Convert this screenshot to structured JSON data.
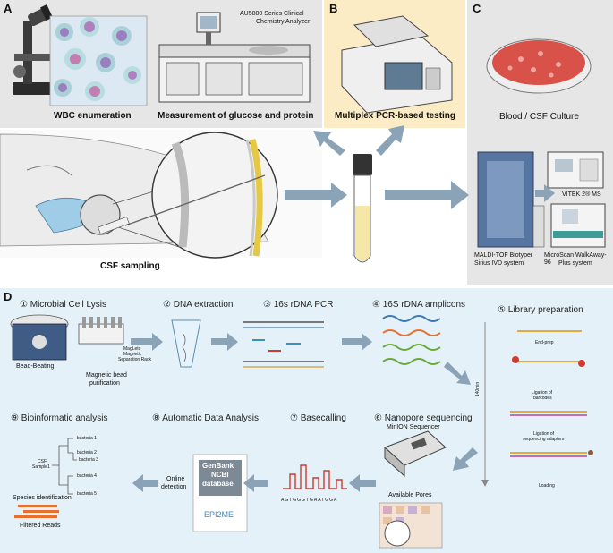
{
  "panelA": {
    "label": "A",
    "wbc_caption": "WBC enumeration",
    "glucose_caption": "Measurement of glucose and protein",
    "analyzer_name_line1": "AU5800 Series Clinical",
    "analyzer_name_line2": "Chemistry Analyzer",
    "csf_caption": "CSF sampling"
  },
  "panelB": {
    "label": "B",
    "caption": "Multiplex PCR-based testing"
  },
  "panelC": {
    "label": "C",
    "culture_caption": "Blood / CSF Culture",
    "maldi_line1": "MALDI-TOF Biotyper",
    "maldi_line2": "Sirius IVD system",
    "vitek": "VITEK 2® MS",
    "microscan_line1": "MicroScan WalkAway-96",
    "microscan_line2": "Plus system"
  },
  "panelD": {
    "label": "D",
    "steps": {
      "s1": "① Microbial Cell Lysis",
      "s2": "② DNA extraction",
      "s3": "③ 16s rDNA PCR",
      "s4": "④ 16S rDNA amplicons",
      "s5": "⑤ Library preparation",
      "s6": "⑥ Nanopore sequencing",
      "s7": "⑦ Basecalling",
      "s8": "⑧ Automatic Data Analysis",
      "s9": "⑨ Bioinformatic analysis"
    },
    "bead_beating": "Bead-Beating",
    "magnetic_line1": "Magnetic bead",
    "magnetic_line2": "purification",
    "rack_line1": "MagLeto",
    "rack_line2": "Magnetic",
    "rack_line3": "Separation Rack",
    "end_prep": "End-prep",
    "ligation_barcodes_line1": "Ligation of",
    "ligation_barcodes_line2": "barcodes",
    "ligation_adapters_line1": "Ligation of",
    "ligation_adapters_line2": "sequencing adapters",
    "loading": "Loading",
    "time": "140min",
    "minion": "MinION Sequencer",
    "available_pores": "Available Pores",
    "sequence": "AGTGGGTGAATGGA",
    "genbank_line1": "GenBank",
    "genbank_line2": "NCBI",
    "genbank_line3": "database",
    "epi2me": "EPI2ME",
    "online_line1": "Online",
    "online_line2": "detection",
    "species_identification": "Species identification",
    "filtered_reads": "Filtered Reads",
    "tree_root_line1": "CSF",
    "tree_root_line2": "Sample1",
    "tree_leaves": [
      "bacteria 1",
      "bacteria 2",
      "bacteria 3",
      "bacteria 4",
      "bacteria 5"
    ]
  },
  "colors": {
    "panelA_bg": "#e6e6e6",
    "panelB_bg": "#fbecc6",
    "panelC_bg": "#e6e6e6",
    "panelD_bg": "#e4f1f8",
    "arrow": "#7d98ad",
    "accent_red": "#d23a2f",
    "accent_orange": "#e86f2c"
  }
}
